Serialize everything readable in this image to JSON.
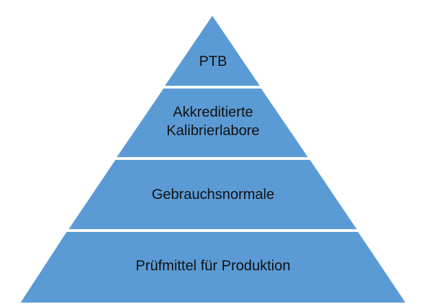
{
  "diagram": {
    "type": "pyramid",
    "colors": {
      "tier_fill": "#5b9bd5",
      "separator": "#ffffff",
      "text": "#111111"
    },
    "tiers": [
      {
        "label": "PTB"
      },
      {
        "label": "Akkreditierte\nKalibrierlabore"
      },
      {
        "label": "Gebrauchsnormale"
      },
      {
        "label": "Prüfmittel für Produktion"
      }
    ]
  }
}
